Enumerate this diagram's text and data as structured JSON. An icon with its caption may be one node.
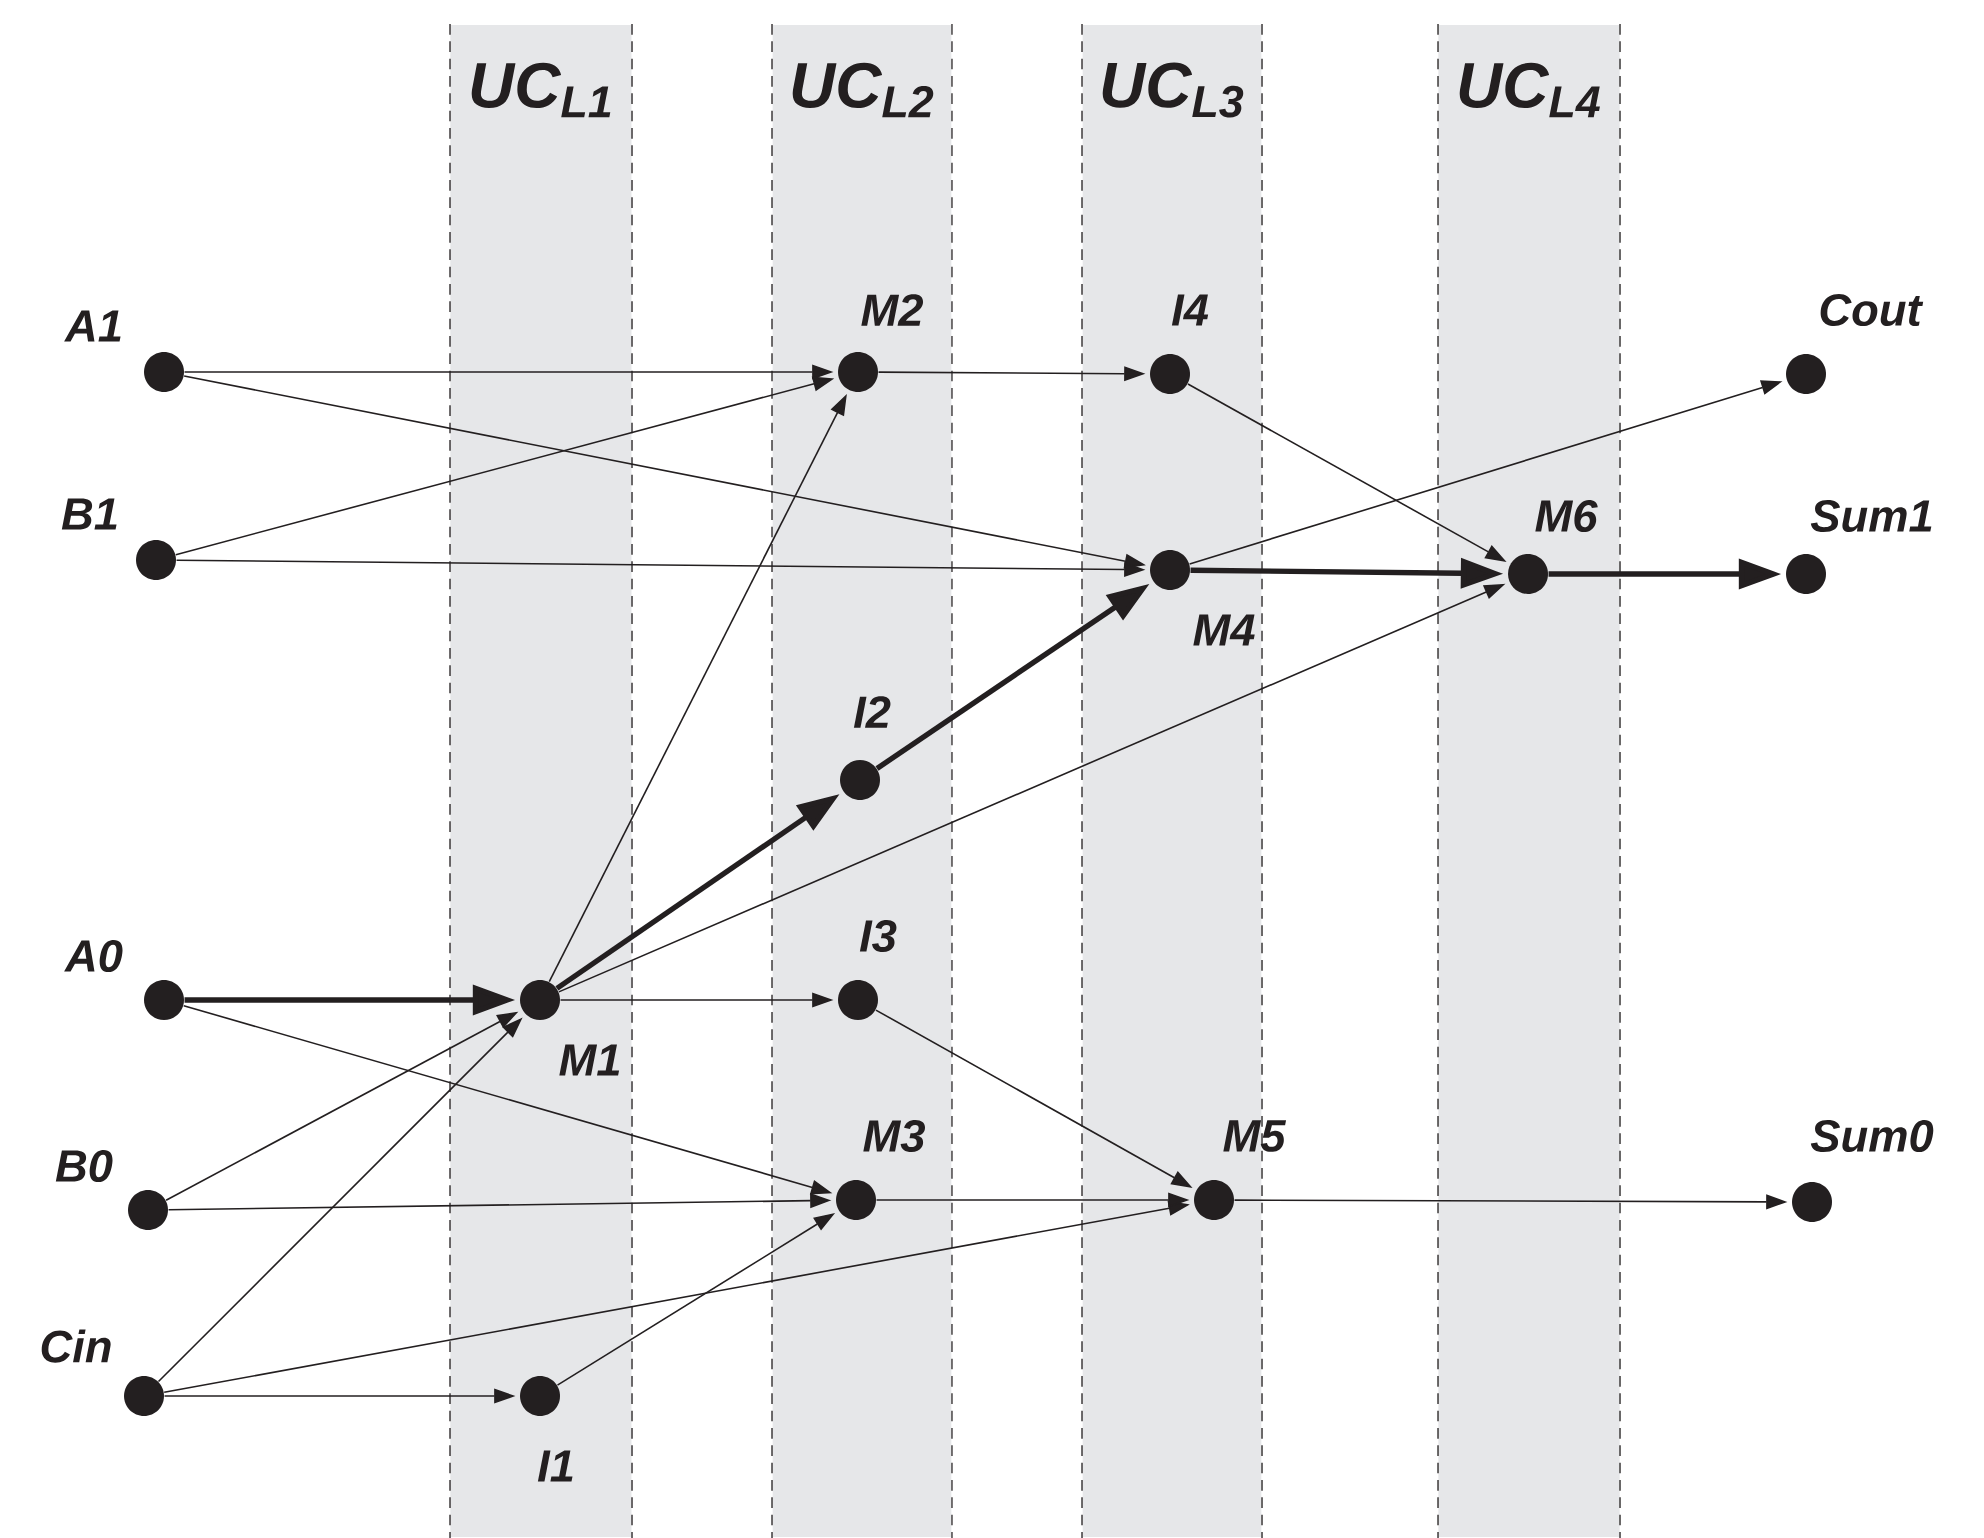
{
  "diagram": {
    "nodes": [
      {
        "text": [
          "UC$_{L1}$"
        ]
      },
      {
        "text": [
          "UC$_{L2}$"
        ]
      },
      {
        "text": [
          "UC$_{L3}$"
        ]
      },
      {
        "text": [
          "UC$_{L4}$"
        ]
      },
      {
        "text": [
          "A1"
        ]
      },
      {
        "text": [
          "B1"
        ]
      },
      {
        "text": [
          "A0"
        ]
      },
      {
        "text": [
          "B0"
        ]
      },
      {
        "text": [
          "Cin"
        ]
      },
      {
        "text": [
          "M1"
        ],
        "in": 0
      },
      {
        "text": [
          "I1"
        ],
        "in": 0
      },
      {
        "text": [
          "M2"
        ],
        "in": 1
      },
      {
        "text": [
          "I2"
        ],
        "in": 1
      },
      {
        "text": [
          "I3"
        ],
        "in": 1
      },
      {
        "text": [
          "M3"
        ],
        "in": 1
      },
      {
        "text": [
          "I4"
        ],
        "in": 2
      },
      {
        "text": [
          "M4"
        ],
        "in": 2
      },
      {
        "text": [
          "M5"
        ],
        "in": 2
      },
      {
        "text": [
          "M6"
        ],
        "in": 3
      },
      {
        "text": [
          "Cout"
        ]
      },
      {
        "text": [
          "Sum1"
        ]
      },
      {
        "text": [
          "Sum0"
        ]
      }
    ],
    "edges": [
      {
        "from": 4,
        "to": 11,
        "arrow": "to"
      },
      {
        "from": 4,
        "to": 16,
        "arrow": "to"
      },
      {
        "from": 5,
        "to": 11,
        "arrow": "to"
      },
      {
        "from": 5,
        "to": 16,
        "arrow": "to"
      },
      {
        "from": 11,
        "to": 15,
        "arrow": "to"
      },
      {
        "from": 15,
        "to": 18,
        "arrow": "to"
      },
      {
        "from": 16,
        "to": 19,
        "arrow": "to"
      },
      {
        "from": 16,
        "to": 18,
        "arrow": "to",
        "style": "thick"
      },
      {
        "from": 18,
        "to": 20,
        "arrow": "to",
        "style": "thick"
      },
      {
        "from": 9,
        "to": 11,
        "arrow": "to"
      },
      {
        "from": 9,
        "to": 12,
        "arrow": "to",
        "style": "thick"
      },
      {
        "from": 12,
        "to": 16,
        "arrow": "to",
        "style": "thick"
      },
      {
        "from": 9,
        "to": 18,
        "arrow": "to"
      },
      {
        "from": 6,
        "to": 9,
        "arrow": "to",
        "style": "thick"
      },
      {
        "from": 6,
        "to": 14,
        "arrow": "to"
      },
      {
        "from": 9,
        "to": 13,
        "arrow": "to"
      },
      {
        "from": 13,
        "to": 17,
        "arrow": "to"
      },
      {
        "from": 7,
        "to": 9,
        "arrow": "to"
      },
      {
        "from": 7,
        "to": 14,
        "arrow": "to"
      },
      {
        "from": 8,
        "to": 9,
        "arrow": "to"
      },
      {
        "from": 8,
        "to": 10,
        "arrow": "to"
      },
      {
        "from": 8,
        "to": 17,
        "arrow": "to"
      },
      {
        "from": 10,
        "to": 14,
        "arrow": "to"
      },
      {
        "from": 14,
        "to": 17,
        "arrow": "to"
      },
      {
        "from": 17,
        "to": 21,
        "arrow": "to"
      }
    ]
  }
}
